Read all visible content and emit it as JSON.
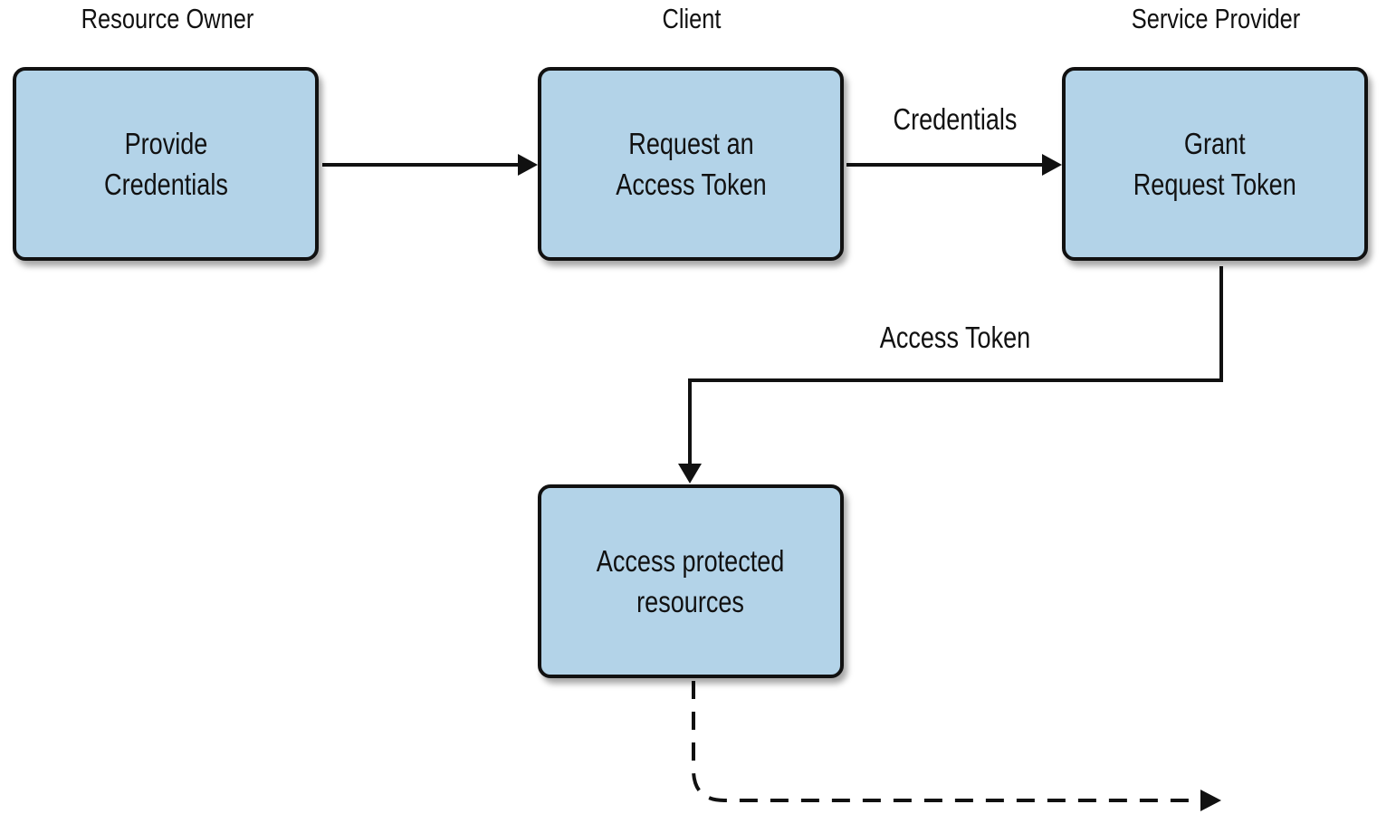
{
  "lanes": {
    "resource_owner": "Resource Owner",
    "client": "Client",
    "service_provider": "Service Provider"
  },
  "nodes": {
    "provide_credentials": "Provide\nCredentials",
    "request_access_token": "Request an\nAccess Token",
    "grant_request_token": "Grant\nRequest Token",
    "access_protected_resources": "Access protected\nresources"
  },
  "edges": {
    "credentials_label": "Credentials",
    "access_token_label": "Access Token"
  },
  "colors": {
    "node_fill": "#b3d3e8",
    "stroke": "#111111"
  }
}
